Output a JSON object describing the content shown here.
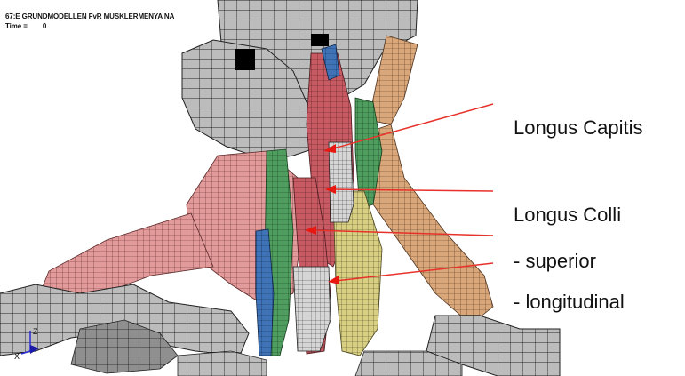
{
  "header": {
    "model_title": "67:E GRUNDMODELLEN FvR MUSKLERMENYA NA",
    "time_label": "Time =",
    "time_value": "0"
  },
  "labels": {
    "longus_capitis": "Longus Capitis",
    "longus_colli": "Longus Colli",
    "superior": "- superior",
    "longitudinal": "- longitudinal"
  },
  "axis_triad": {
    "x": "X",
    "z": "Z"
  },
  "colors": {
    "pointer_line": "#e8312a",
    "arrowhead": "#e8170f",
    "bone_mesh": "#b9b9b9",
    "muscle_pink": "#e59a9a",
    "muscle_red": "#c85a63",
    "muscle_tan": "#d9a779",
    "muscle_green": "#4f9e5f",
    "muscle_yellow": "#d8cf83",
    "muscle_blue": "#3f73b8"
  }
}
